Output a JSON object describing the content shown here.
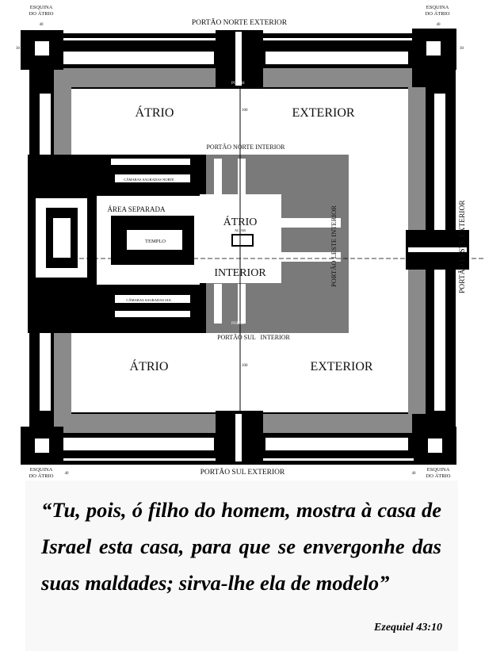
{
  "plan": {
    "corner_label_line1": "ESQUINA",
    "corner_label_line2": "DO ÁTRIO",
    "corner_dim_width": "40",
    "corner_dim_depth": "30",
    "north_outer_gate": "PORTÃO NORTE EXTERIOR",
    "south_outer_gate": "PORTÃO SUL EXTERIOR",
    "east_outer_gate": "PORTÃO LESTE EXTERIOR",
    "north_inner_gate": "PORTÃO NORTE INTERIOR",
    "south_inner_gate": "PORTÃO SUL   INTERIOR",
    "east_inner_gate": "PORTÃO LESTE INTERIOR",
    "outer_court_word1": "ÁTRIO",
    "outer_court_word2": "EXTERIOR",
    "inner_court_word1": "ÁTRIO",
    "inner_court_word2": "INTERIOR",
    "separate_area": "ÁREA SEPARADA",
    "temple": "TEMPLO",
    "altar": "ALTAR",
    "north_chambers": "CÂMARAS SAGRADAS NORTE",
    "south_chambers": "CÂMARAS SAGRADAS SUL",
    "porch": "PORCH",
    "dim_100": "100"
  },
  "quote": {
    "text": "“Tu, pois, ó filho do homem, mostra à casa de Israel esta casa, para que se envergonhe das suas maldades; sirva-lhe ela de modelo”",
    "reference": "Ezequiel 43:10"
  }
}
